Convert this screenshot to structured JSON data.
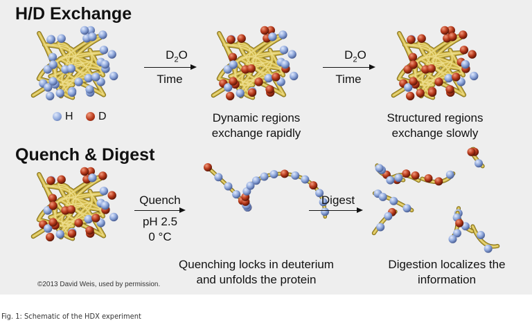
{
  "titles": {
    "exchange": "H/D Exchange",
    "quench": "Quench & Digest"
  },
  "arrows": {
    "a1": {
      "line1_main": "D",
      "line1_sub": "2",
      "line1_end": "O",
      "line2": "Time"
    },
    "a2": {
      "line1_main": "D",
      "line1_sub": "2",
      "line1_end": "O",
      "line2": "Time"
    },
    "a3": {
      "line1": "Quench",
      "line2": "pH 2.5",
      "line3": "0 °C"
    },
    "a4": {
      "line1": "Digest"
    }
  },
  "legend": {
    "h": "H",
    "d": "D"
  },
  "captions": {
    "dynamic": [
      "Dynamic regions",
      "exchange rapidly"
    ],
    "structured": [
      "Structured regions",
      "exchange slowly"
    ],
    "quenching": [
      "Quenching locks in deuterium",
      "and unfolds the protein"
    ],
    "digestion": [
      "Digestion localizes the",
      "information"
    ]
  },
  "copyright": "©2013 David Weis, used by permission.",
  "figure_caption": "Fig. 1: Schematic of the HDX experiment",
  "colors": {
    "panel": "#eeeeee",
    "backbone": "#d2b94a",
    "hydrogen": "#8fa8dc",
    "deuterium": "#b83a1c"
  }
}
